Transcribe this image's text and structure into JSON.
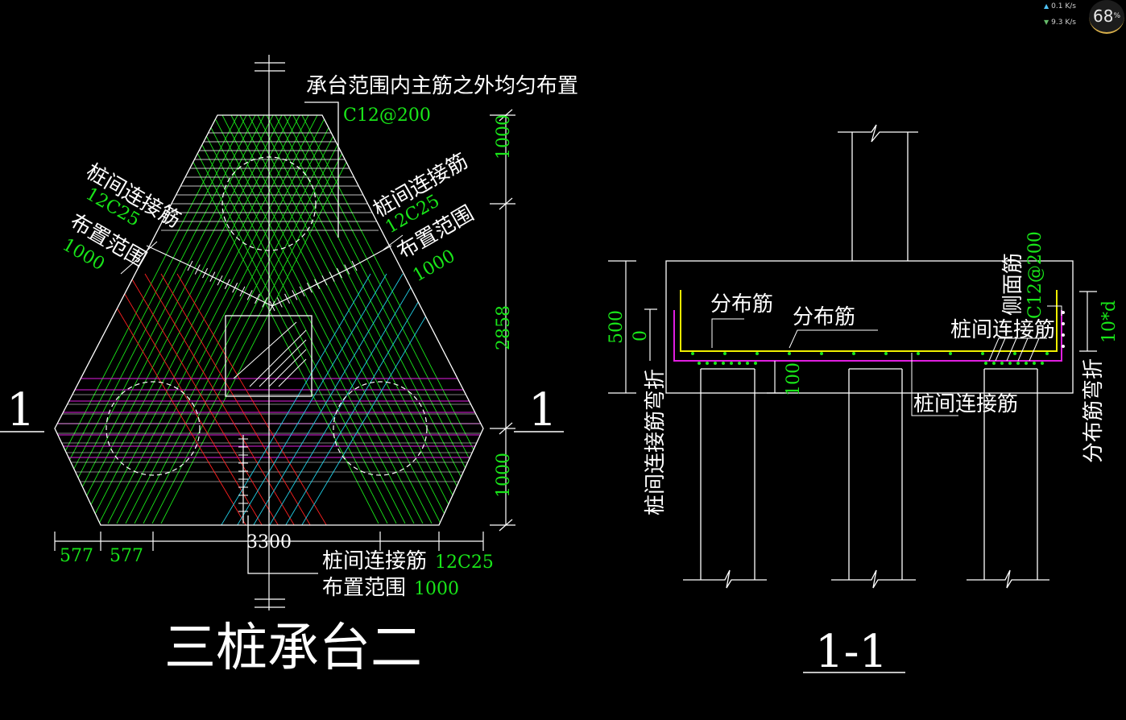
{
  "plan": {
    "title": "三桩承台二",
    "section_mark_left": "1",
    "section_mark_right": "1",
    "note_top": "承台范围内主筋之外均匀布置",
    "note_top_spec": "C12@200",
    "left_label_line1": "桩间连接筋",
    "left_label_spec": "12C25",
    "left_label_line2": "布置范围",
    "left_label_range": "1000",
    "right_label_line1": "桩间连接筋",
    "right_label_spec": "12C25",
    "right_label_line2": "布置范围",
    "right_label_range": "1000",
    "bottom_label_line1": "桩间连接筋",
    "bottom_label_spec": "12C25",
    "bottom_label_line2": "布置范围",
    "bottom_label_range": "1000",
    "dim_top": "1000",
    "dim_middle": "2858",
    "dim_bottom": "1000",
    "dim_width": "3300",
    "dim_left1": "577",
    "dim_left2": "577"
  },
  "section": {
    "title": "1-1",
    "label_dist_1": "分布筋",
    "label_dist_2": "分布筋",
    "label_side": "侧面筋",
    "label_side_spec": "C12@200",
    "label_link_right": "桩间连接筋",
    "label_link_bottom": "桩间连接筋",
    "label_left_vertical": "桩间连接筋弯折",
    "label_right_vertical": "分布筋弯折",
    "dim_500": "500",
    "dim_0": "0",
    "dim_100": "100",
    "dim_10d": "10*d"
  },
  "network_widget": {
    "upload": "0.1",
    "upload_unit": "K/s",
    "download": "9.3",
    "download_unit": "K/s",
    "percent": "68",
    "percent_unit": "%"
  },
  "colors": {
    "background": "#000000",
    "line": "#ffffff",
    "green_rebar": "#19e619",
    "magenta_rebar": "#e01ee0",
    "red_rebar": "#ff2020",
    "cyan_rebar": "#20d0e8",
    "yellow_rebar": "#f0f000",
    "text_green": "#19e619"
  }
}
